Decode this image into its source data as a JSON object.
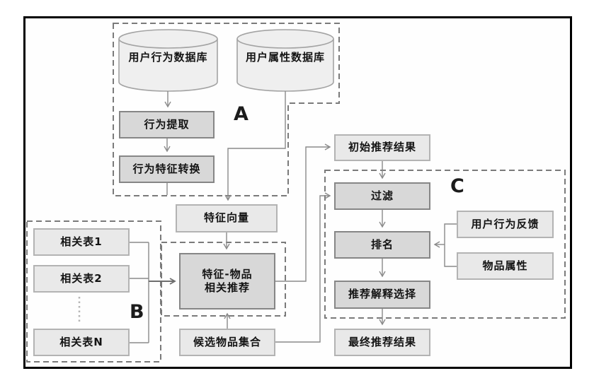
{
  "groups": {
    "a": {
      "label": "A"
    },
    "b": {
      "label": "B"
    },
    "c": {
      "label": "C"
    }
  },
  "nodes": {
    "user_behavior_db": {
      "label": "用户行为数据库",
      "shape": "cylinder"
    },
    "user_attribute_db": {
      "label": "用户属性数据库",
      "shape": "cylinder"
    },
    "behavior_extraction": {
      "label": "行为提取"
    },
    "behavior_feature_conversion": {
      "label": "行为特征转换"
    },
    "feature_vector": {
      "label": "特征向量"
    },
    "initial_results": {
      "label": "初始推荐结果"
    },
    "related_table_1": {
      "label": "相关表1"
    },
    "related_table_2": {
      "label": "相关表2"
    },
    "related_table_n": {
      "label": "相关表N"
    },
    "feature_item_rec": {
      "line1": "特征-物品",
      "line2": "相关推荐"
    },
    "candidate_items": {
      "label": "候选物品集合"
    },
    "filter": {
      "label": "过滤"
    },
    "ranking": {
      "label": "排名"
    },
    "user_feedback": {
      "label": "用户行为反馈"
    },
    "item_attributes": {
      "label": "物品属性"
    },
    "explanation_selection": {
      "label": "推荐解释选择"
    },
    "final_results": {
      "label": "最终推荐结果"
    }
  },
  "edges": [
    {
      "from": "user_behavior_db",
      "to": "behavior_extraction"
    },
    {
      "from": "behavior_extraction",
      "to": "behavior_feature_conversion"
    },
    {
      "from": "behavior_feature_conversion",
      "to": "feature_vector"
    },
    {
      "from": "user_attribute_db",
      "to": "feature_vector"
    },
    {
      "from": "feature_vector",
      "to": "feature_item_rec"
    },
    {
      "from": "related_table_1",
      "to": "feature_item_rec"
    },
    {
      "from": "related_table_2",
      "to": "feature_item_rec"
    },
    {
      "from": "related_table_n",
      "to": "feature_item_rec"
    },
    {
      "from": "candidate_items",
      "to": "feature_item_rec"
    },
    {
      "from": "feature_item_rec",
      "to": "initial_results"
    },
    {
      "from": "initial_results",
      "to": "filter"
    },
    {
      "from": "candidate_items",
      "to": "filter"
    },
    {
      "from": "filter",
      "to": "ranking"
    },
    {
      "from": "user_feedback",
      "to": "ranking"
    },
    {
      "from": "item_attributes",
      "to": "ranking"
    },
    {
      "from": "ranking",
      "to": "explanation_selection"
    },
    {
      "from": "explanation_selection",
      "to": "final_results"
    }
  ],
  "colors": {
    "frame": "#000000",
    "group_dash": "#7a7a7a",
    "box_dark_fill": "#d8d8d8",
    "box_dark_border": "#868686",
    "box_light_fill": "#e9e9e9",
    "box_light_border": "#b3b3b3",
    "cylinder_fill": "#efefef",
    "wire": "#8a8a8a"
  }
}
